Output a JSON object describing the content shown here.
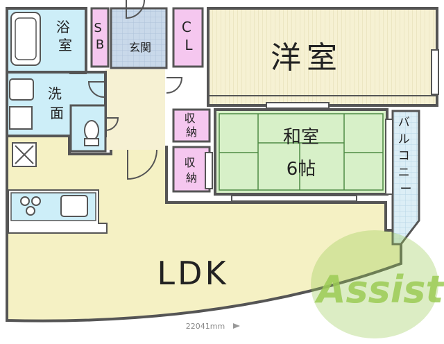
{
  "rooms": {
    "bath": "浴室",
    "sb": "SB",
    "genkan": "玄関",
    "cl": "CL",
    "youshitsu": "洋室",
    "senmen": "洗面",
    "storage_upper": "収納",
    "storage_lower": "収納",
    "washitsu": "和室",
    "washitsu_size": "6帖",
    "balcony": "バルコニー",
    "ldk": "LDK"
  },
  "dimension": "22041mm",
  "watermark": "Assist",
  "colors": {
    "wall": "#555555",
    "floor_wood": "#f6f1d3",
    "floor_ldk": "#f5f1c4",
    "wet_area": "#cdeef8",
    "storage": "#f5c7ef",
    "genkan_tile": "#c9d9ea",
    "tatami": "#d7f0c8",
    "balcony_floor": "#dceef6",
    "watermark_green": "#9ccc55"
  }
}
